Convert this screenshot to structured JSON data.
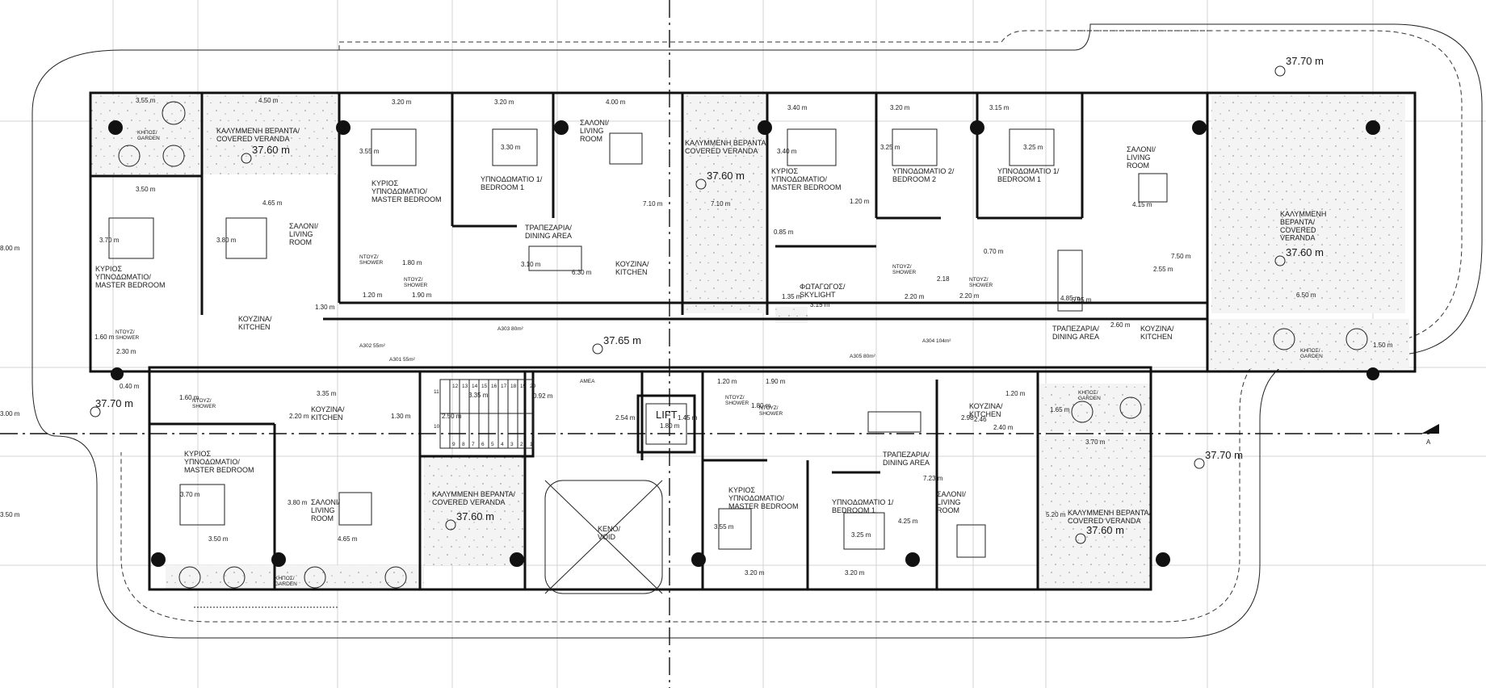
{
  "rooms": {
    "garden_tl": "ΚΗΠΟΣ/\nGARDEN",
    "veranda_tl": "ΚΑΛΥΜΜΕΝΗ ΒΕΡΑΝΤΑ/\nCOVERED VERANDA",
    "master_1": "ΚΥΡΙΟΣ\nΥΠΝΟΔΩΜΑΤΙΟ/\nMASTER BEDROOM",
    "bedroom1_a": "ΥΠΝΟΔΩΜΑΤΙΟ 1/\nBEDROOM 1",
    "living_a": "ΣΑΛΟΝΙ/\nLIVING\nROOM",
    "veranda_mid": "ΚΑΛΥΜΜΕΝΗ ΒΕΡΑΝΤΑ/\nCOVERED VERANDA",
    "master_2": "ΚΥΡΙΟΣ\nΥΠΝΟΔΩΜΑΤΙΟ/\nMASTER BEDROOM",
    "bedroom2_b": "ΥΠΝΟΔΩΜΑΤΙΟ 2/\nBEDROOM 2",
    "bedroom1_b": "ΥΠΝΟΔΩΜΑΤΙΟ 1/\nBEDROOM 1",
    "living_b": "ΣΑΛΟΝΙ/\nLIVING\nROOM",
    "veranda_r": "ΚΑΛΥΜΜΕΝΗ\nΒΕΡΑΝΤΑ/\nCOVERED\nVERANDA",
    "master_left": "ΚΥΡΙΟΣ\nΥΠΝΟΔΩΜΑΤΙΟ/\nMASTER BEDROOM",
    "living_left": "ΣΑΛΟΝΙ/\nLIVING\nROOM",
    "kitchen_left": "ΚΟΥΖΙΝΑ/\nKITCHEN",
    "shower_left": "ΝΤΟΥΖ/\nSHOWER",
    "shower_a1": "ΝΤΟΥΖ/\nSHOWER",
    "shower_a2": "ΝΤΟΥΖ/\nSHOWER",
    "dining_a": "ΤΡΑΠΕΖΑΡΙΑ/\nDINING AREA",
    "kitchen_a": "ΚΟΥΖΙΝΑ/\nKITCHEN",
    "skylight": "ΦΩΤΑΓΩΓΟΣ/\nSKYLIGHT",
    "shower_b1": "ΝΤΟΥΖ/\nSHOWER",
    "shower_b2": "ΝΤΟΥΖ/\nSHOWER",
    "dining_b": "ΤΡΑΠΕΖΑΡΙΑ/\nDINING AREA",
    "kitchen_b": "ΚΟΥΖΙΝΑ/\nKITCHEN",
    "garden_r": "ΚΗΠΟΣ/\nGARDEN",
    "shower_bl": "ΝΤΟΥΖ/\nSHOWER",
    "kitchen_bl": "ΚΟΥΖΙΝΑ/\nKITCHEN",
    "master_bl": "ΚΥΡΙΟΣ\nΥΠΝΟΔΩΜΑΤΙΟ/\nMASTER BEDROOM",
    "living_bl": "ΣΑΛΟΝΙ/\nLIVING\nROOM",
    "garden_bl": "ΚΗΠΟΣ/\nGARDEN",
    "veranda_bl": "ΚΑΛΥΜΜΕΝΗ ΒΕΡΑΝΤΑ/\nCOVERED VERANDA",
    "void": "ΚΕΝΟ/\nVOID",
    "amea": "ΑΜΕΑ",
    "lift": "LIFT",
    "shower_br1": "ΝΤΟΥΖ/\nSHOWER",
    "shower_br2": "ΝΤΟΥΖ/\nSHOWER",
    "master_br": "ΚΥΡΙΟΣ\nΥΠΝΟΔΩΜΑΤΙΟ/\nMASTER BEDROOM",
    "bedroom1_br": "ΥΠΝΟΔΩΜΑΤΙΟ 1/\nBEDROOM 1",
    "dining_br": "ΤΡΑΠΕΖΑΡΙΑ/\nDINING AREA",
    "kitchen_br": "ΚΟΥΖΙΝΑ/\nKITCHEN",
    "living_br": "ΣΑΛΟΝΙ/\nLIVING\nROOM",
    "garden_br": "ΚΗΠΟΣ/\nGARDEN",
    "veranda_br": "ΚΑΛΥΜΜΕΝΗ ΒΕΡΑΝΤΑ/\nCOVERED VERANDA"
  },
  "levels": {
    "top_right": "37.70 m",
    "veranda_tl": "37.60 m",
    "veranda_mid": "37.60 m",
    "veranda_r": "37.60 m",
    "corridor": "37.65 m",
    "left": "37.70 m",
    "right": "37.70 m",
    "veranda_bl": "37.60 m",
    "veranda_br": "37.60 m"
  },
  "units": {
    "a302": "A302 55m²",
    "a301": "A301 55m²",
    "a303": "A303 80m²",
    "a304": "A304 104m²",
    "a305": "A305 80m²"
  },
  "section_marker": "A",
  "dims": {
    "d1": "3.55 m",
    "d2": "4.50 m",
    "d3": "3.20 m",
    "d4": "3.20 m",
    "d5": "4.00 m",
    "d6": "3.40 m",
    "d7": "3.20 m",
    "d8": "3.15 m",
    "d9": "3.50 m",
    "d10": "4.65 m",
    "d11": "3.55 m",
    "d12": "3.30 m",
    "d13": "7.10 m",
    "d14": "7.10 m",
    "d15": "3.40 m",
    "d16": "3.25 m",
    "d17": "3.25 m",
    "d18": "4.15 m",
    "d19": "1.20 m",
    "d20": "3.70 m",
    "d21": "3.80 m",
    "d22": "3.10 m",
    "d23": "6.30 m",
    "d24": "0.85 m",
    "d25": "0.70 m",
    "d26": "7.50 m",
    "d27": "2.55 m",
    "d28": "1.30 m",
    "d29": "1.20 m",
    "d30": "1.90 m",
    "d31": "3.15 m",
    "d32": "1.35 m",
    "d33": "1.80 m",
    "d34": "2.20 m",
    "d35": "4.85 m",
    "d36": "5.95 m",
    "d37": "2.60 m",
    "d38": "6.50 m",
    "d39": "2.20 m",
    "d40": "1.60 m",
    "d41": "2.30 m",
    "d42": "0.40 m",
    "d43": "1.60 m",
    "d44": "2.20 m",
    "d45": "3.35 m",
    "d46": "1.30 m",
    "d47": "3.35 m",
    "d48": "0.92 m",
    "d49": "2.50 m",
    "d50": "2.54 m",
    "d51": "1.80 m",
    "d52": "1.45 m",
    "d53": "1.20 m",
    "d54": "1.90 m",
    "d55": "1.80 m",
    "d56": "1.20 m",
    "d57": "2.40 m",
    "d58": "1.65 m",
    "d59": "3.70 m",
    "d60": "3.70 m",
    "d61": "3.80 m",
    "d62": "3.50 m",
    "d63": "4.65 m",
    "d64": "3.55 m",
    "d65": "3.25 m",
    "d66": "3.20 m",
    "d67": "3.20 m",
    "d68": "7.23 m",
    "d69": "4.25 m",
    "d70": "5.20 m",
    "d71": "8.00 m",
    "d72": "3.00 m",
    "d73": "3.50 m",
    "d74": "2.18",
    "d75": "1.50 m",
    "d76": "2.98",
    "d77": "2.46"
  },
  "stairs": {
    "upper": [
      "12",
      "13",
      "14",
      "15",
      "16",
      "17",
      "18",
      "19",
      "20"
    ],
    "lower": [
      "9",
      "8",
      "7",
      "6",
      "5",
      "4",
      "3",
      "2",
      "1"
    ],
    "side": [
      "11",
      "10"
    ]
  }
}
